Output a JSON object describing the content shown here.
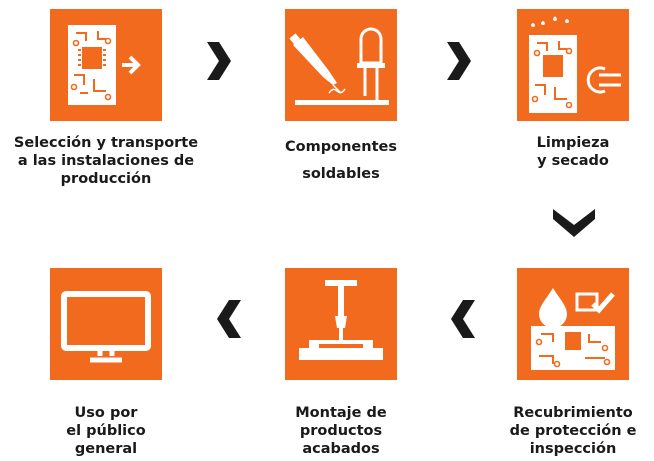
{
  "colors": {
    "tile": "#f26a1e",
    "icon": "#ffffff",
    "arrow": "#1a1a1a",
    "text": "#1a1a1a"
  },
  "steps": [
    {
      "label": "Selección y transporte\na las instalaciones de\nproducción",
      "icon": "circuit-board-arrow-icon"
    },
    {
      "label": "Componentes\nsoldables",
      "icon": "soldering-iron-led-icon"
    },
    {
      "label": "Limpieza\ny secado",
      "icon": "circuit-board-drops-dryer-icon"
    },
    {
      "label": "Recubrimiento\nde protección e\ninspección",
      "icon": "drop-check-circuit-board-icon"
    },
    {
      "label": "Montaje de\nproductos\nacabados",
      "icon": "assembly-press-icon"
    },
    {
      "label": "Uso por\nel público\ngeneral",
      "icon": "monitor-icon"
    }
  ],
  "arrows": [
    "chevron-right",
    "chevron-right",
    "chevron-down",
    "chevron-left",
    "chevron-left"
  ]
}
